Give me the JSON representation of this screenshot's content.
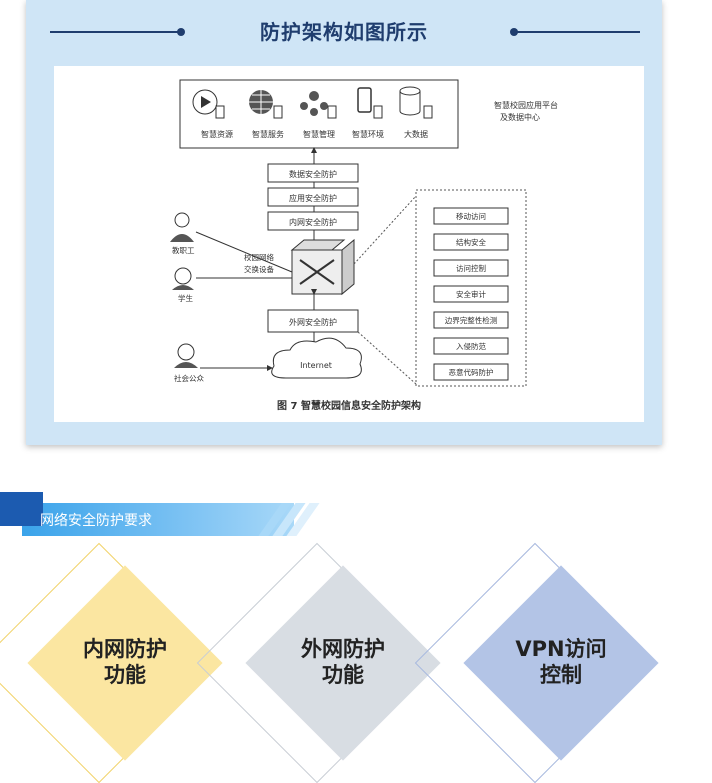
{
  "header": {
    "title": "防护架构如图所示"
  },
  "diagram": {
    "apps": [
      "智慧资源",
      "智慧服务",
      "智慧管理",
      "智慧环境",
      "大数据"
    ],
    "platform_label": [
      "智慧校园应用平台",
      "及数据中心"
    ],
    "stack": [
      "数据安全防护",
      "应用安全防护",
      "内网安全防护"
    ],
    "switch_label": [
      "校园网络",
      "交换设备"
    ],
    "users": [
      "教职工",
      "学生",
      "社会公众"
    ],
    "external": "外网安全防护",
    "internet": "Internet",
    "right_items": [
      "移动访问",
      "结构安全",
      "访问控制",
      "安全审计",
      "边界完整性检测",
      "入侵防范",
      "恶意代码防护"
    ],
    "caption": "图 7   智慧校园信息安全防护架构"
  },
  "section": {
    "label": "网络安全防护要求"
  },
  "features": [
    {
      "line1": "内网防护",
      "line2": "功能",
      "color": "#fbe6a1",
      "outline": "#f1d36b"
    },
    {
      "line1": "外网防护",
      "line2": "功能",
      "color": "#d8dde3",
      "outline": "#c9ced5"
    },
    {
      "line1": "VPN访问",
      "line2": "控制",
      "color": "#b3c4e6",
      "outline": "#a8b9de"
    }
  ]
}
